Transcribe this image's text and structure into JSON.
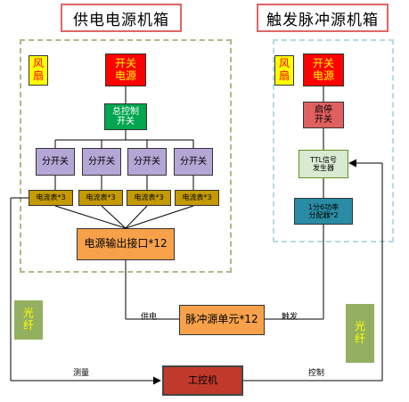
{
  "left_panel": {
    "title": "供电电源机箱",
    "fan": "风\n扇",
    "switch_power": "开关\n电源",
    "main_switch": "总控制\n开关",
    "sub_switches": [
      "分开关",
      "分开关",
      "分开关",
      "分开关"
    ],
    "ammeters": [
      "电流表*3",
      "电流表*3",
      "电流表*3",
      "电流表*3"
    ],
    "output": "电源输出接口*12"
  },
  "right_panel": {
    "title": "触发脉冲源机箱",
    "fan": "风\n扇",
    "switch_power": "开关\n电源",
    "start_stop": "启停\n开关",
    "ttl": "TTL信号\n发生器",
    "divider": "1分6功率\n分配器*2"
  },
  "pulse_unit": "脉冲源单元*12",
  "ipc": "工控机",
  "fiber_left": "光\n纤",
  "fiber_right": "光\n纤",
  "labels": {
    "supply": "供电",
    "trigger": "触发",
    "measure": "测量",
    "control": "控制"
  },
  "colors": {
    "title_border": "#e06666",
    "switch_power": "#ff0000",
    "fan": "#ffff00",
    "main_switch": "#00a650",
    "sub_switch": "#b4a7d6",
    "ammeter": "#c49a00",
    "output": "#f7a24b",
    "start_stop": "#e06060",
    "ttl": "#d9ead3",
    "divider": "#2a8ca4",
    "pulse_unit": "#f7a24b",
    "fiber": "#93b060",
    "ipc": "#c0392b",
    "left_panel_border": "#b5b58a",
    "right_panel_border": "#b7d9e6"
  }
}
